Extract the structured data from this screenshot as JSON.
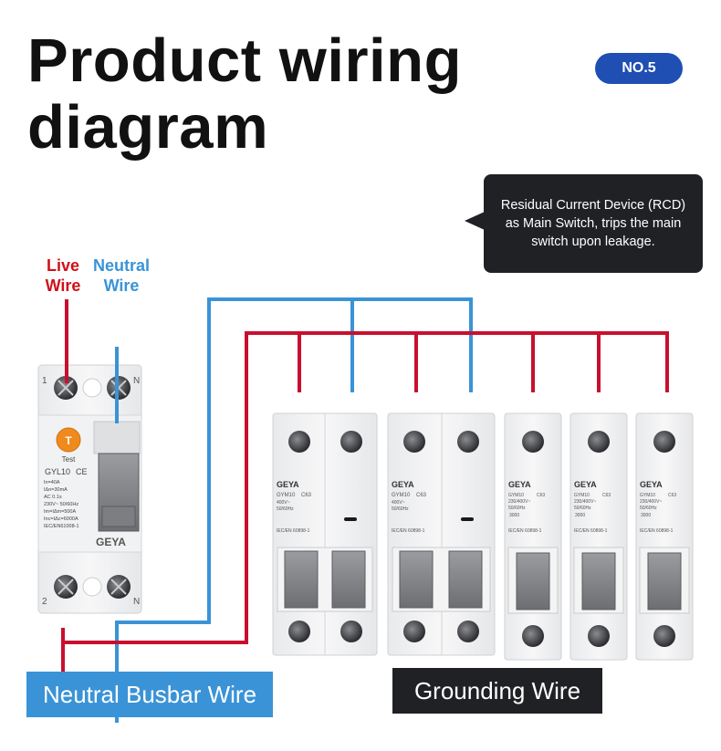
{
  "title_line1": "Product wiring",
  "title_line2": "diagram",
  "badge": "NO.5",
  "callout": "Residual Current Device (RCD) as Main Switch, trips the main switch upon leakage.",
  "labels": {
    "live_line1": "Live",
    "live_line2": "Wire",
    "neutral_line1": "Neutral",
    "neutral_line2": "Wire",
    "neutral_busbar": "Neutral Busbar Wire",
    "grounding": "Grounding Wire"
  },
  "rcd": {
    "terminal_top_left": "1",
    "terminal_top_right": "N",
    "terminal_bottom_left": "2",
    "terminal_bottom_right": "N",
    "test_letter": "T",
    "test_label": "Test",
    "model": "GYL10",
    "rating_lines": [
      "In=40A",
      "IΔn=30mA",
      "AC     0.1s",
      "230V~ 50/60Hz",
      "Im=IΔm=500A",
      "Inc=IΔc=6000A",
      "IEC/EN61008-1"
    ],
    "brand": "GEYA"
  },
  "mcb": {
    "brand": "GEYA",
    "model_2p": "GYM10",
    "curve": "C63",
    "voltage_2p": "400V~",
    "freq": "50/60Hz",
    "standard": "IEC/EN 60898-1",
    "voltage_1p": "230/400V~",
    "model_1p": "GYM10",
    "capacity": "3000"
  },
  "colors": {
    "live": "#c8102e",
    "neutral": "#3a93d6",
    "dark": "#202124",
    "badge": "#1f4fb3"
  }
}
